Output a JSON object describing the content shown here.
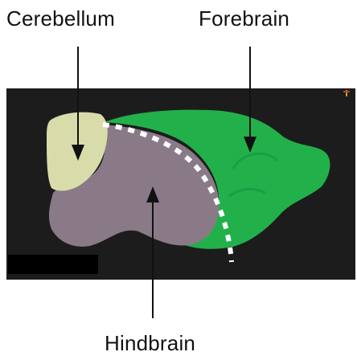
{
  "labels": {
    "cerebellum": "Cerebellum",
    "forebrain": "Forebrain",
    "hindbrain": "Hindbrain"
  },
  "colors": {
    "background_panel": "#1c1c1c",
    "cerebellum": "#d8dcaa",
    "hindbrain": "#8a7a87",
    "forebrain": "#22b04b",
    "boundary_dash": "#ffffff",
    "arrow": "#111111",
    "scale_bar": "#000000"
  }
}
